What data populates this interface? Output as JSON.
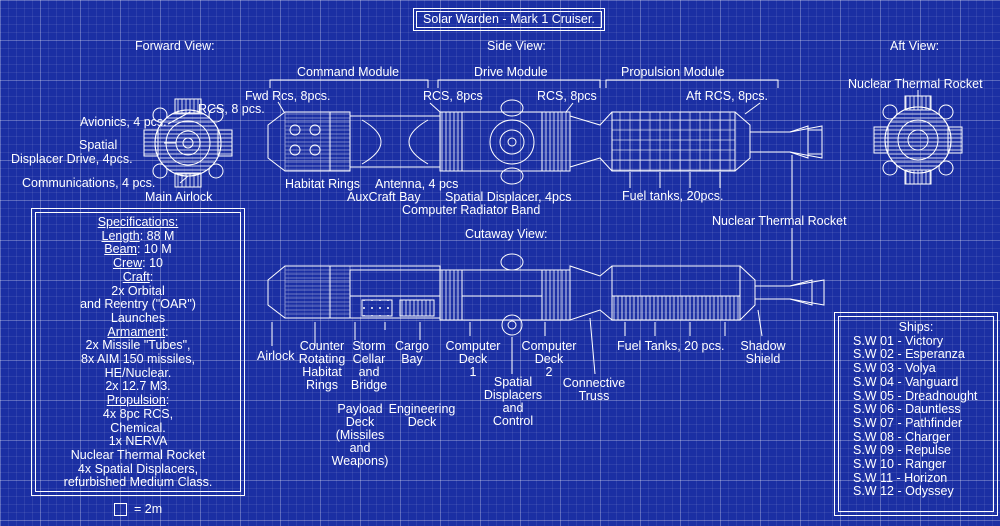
{
  "title": "Solar Warden - Mark 1 Cruiser.",
  "views": {
    "forward": "Forward View:",
    "side": "Side View:",
    "aft": "Aft View:",
    "cutaway": "Cutaway View:"
  },
  "modules": {
    "command": "Command Module",
    "drive": "Drive Module",
    "propulsion": "Propulsion Module"
  },
  "forward_labels": {
    "rcs": "RCS, 8 pcs.",
    "avionics": "Avionics, 4 pcs.",
    "spatial1": "Spatial",
    "spatial2": "Displacer Drive, 4pcs.",
    "comms": "Communications, 4 pcs.",
    "airlock": "Main Airlock"
  },
  "side_labels": {
    "fwd_rcs": "Fwd Rcs, 8pcs.",
    "rcs_a": "RCS, 8pcs",
    "rcs_b": "RCS, 8pcs",
    "aft_rcs": "Aft RCS, 8pcs.",
    "habitat_rings": "Habitat Rings",
    "antenna": "Antenna, 4 pcs",
    "auxcraft": "AuxCraft Bay",
    "spatial_disp": "Spatial Displacer, 4pcs",
    "radiator": "Computer Radiator Band",
    "fuel_tanks": "Fuel tanks, 20pcs.",
    "ntr": "Nuclear Thermal Rocket"
  },
  "aft_labels": {
    "ntr": "Nuclear Thermal Rocket"
  },
  "cutaway_labels": {
    "airlock": "Airlock",
    "counter": [
      "Counter",
      "Rotating",
      "Habitat",
      "Rings"
    ],
    "storm": [
      "Storm",
      "Cellar",
      "and",
      "Bridge"
    ],
    "cargo": [
      "Cargo",
      "Bay"
    ],
    "payload": [
      "Payload",
      "Deck",
      "(Missiles",
      "and",
      "Weapons)"
    ],
    "engineering": [
      "Engineering",
      "Deck"
    ],
    "comp1": [
      "Computer",
      "Deck",
      "1"
    ],
    "spatial": [
      "Spatial",
      "Displacers",
      "and",
      "Control"
    ],
    "comp2": [
      "Computer",
      "Deck",
      "2"
    ],
    "truss": [
      "Connective",
      "Truss"
    ],
    "fuel": "Fuel Tanks, 20 pcs.",
    "shadow": [
      "Shadow",
      "Shield"
    ]
  },
  "specs": {
    "heading": "Specifications:",
    "length_label": "Length",
    "length_value": ": 88 M",
    "beam_label": "Beam",
    "beam_value": ": 10 M",
    "crew_label": "Crew",
    "crew_value": ": 10",
    "craft_label": "Craft",
    "craft_lines": [
      "2x Orbital",
      "and Reentry (\"OAR\")",
      "Launches"
    ],
    "armament_label": "Armament",
    "armament_lines": [
      "2x Missile \"Tubes\",",
      "8x AIM 150 missiles,",
      "HE/Nuclear.",
      "2x 12.7 M3."
    ],
    "propulsion_label": "Propulsion",
    "propulsion_lines": [
      "4x 8pc RCS,",
      "Chemical.",
      "1x NERVA",
      "Nuclear Thermal Rocket",
      "4x Spatial Displacers,",
      "refurbished Medium Class."
    ]
  },
  "scale": "= 2m",
  "ships": {
    "heading": "Ships:",
    "list": [
      "S.W 01 - Victory",
      "S.W 02 - Esperanza",
      "S.W 03 - Volya",
      "S.W 04 - Vanguard",
      "S.W 05 - Dreadnought",
      "S.W 06 - Dauntless",
      "S.W 07 - Pathfinder",
      "S.W 08 - Charger",
      "S.W 09 - Repulse",
      "S.W 10 - Ranger",
      "S.W 11 - Horizon",
      "S.W 12 - Odyssey"
    ]
  },
  "colors": {
    "background": "#1b2fa3",
    "line": "#ffffff"
  }
}
